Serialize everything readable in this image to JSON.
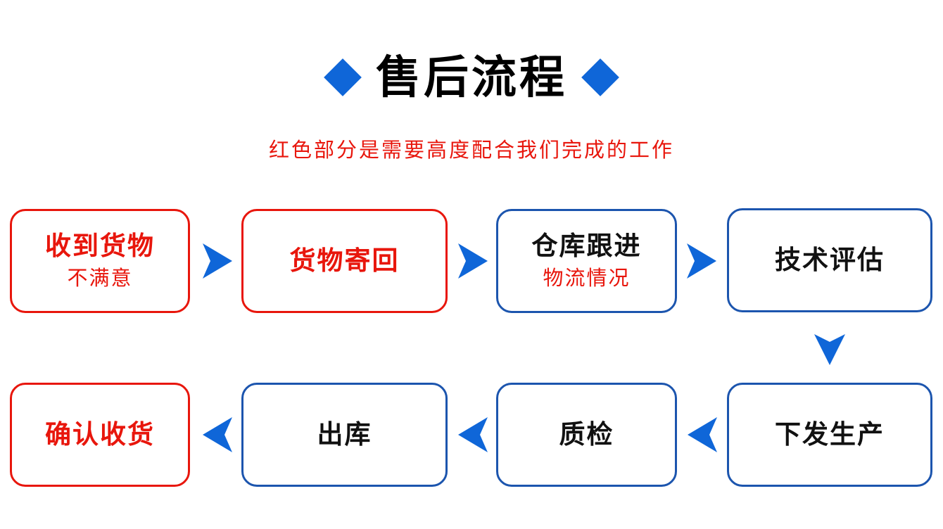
{
  "page": {
    "title": "售后流程",
    "subtitle": "红色部分是需要高度配合我们完成的工作"
  },
  "colors": {
    "arrow_blue": "#0f66d8",
    "box_border_blue": "#1c55ae",
    "red": "#e8160c",
    "text_black": "#111111",
    "background": "#ffffff"
  },
  "flow": {
    "top_row": [
      {
        "title": "收到货物",
        "subtitle": "不满意",
        "style": "red"
      },
      {
        "title": "货物寄回",
        "subtitle": "",
        "style": "red"
      },
      {
        "title": "仓库跟进",
        "subtitle": "物流情况",
        "style": "blue"
      },
      {
        "title": "技术评估",
        "subtitle": "",
        "style": "blue"
      }
    ],
    "bottom_row": [
      {
        "title": "确认收货",
        "style": "red"
      },
      {
        "title": "出库",
        "style": "blue"
      },
      {
        "title": "质检",
        "style": "blue"
      },
      {
        "title": "下发生产",
        "style": "blue"
      }
    ]
  }
}
